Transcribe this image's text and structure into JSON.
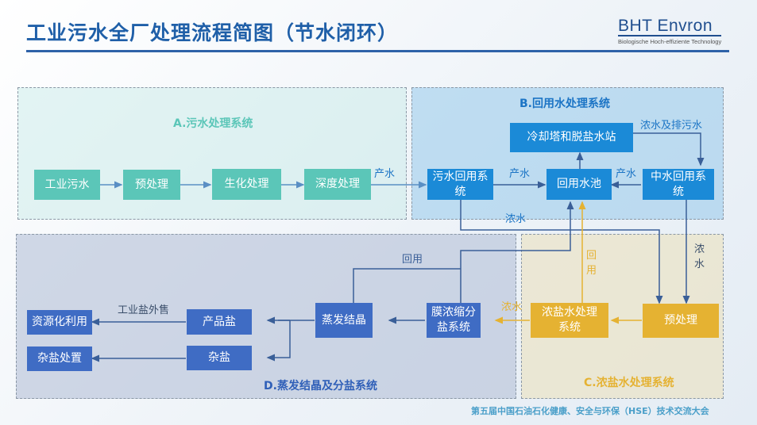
{
  "header": {
    "title": "工业污水全厂处理流程简图（节水闭环）",
    "logo_main": "BHT Envron",
    "logo_sub": "Biologische Hoch-effiziente Technology"
  },
  "colors": {
    "system_a": "#5bc6b8",
    "system_b": "#1b8ad7",
    "system_c": "#e5b232",
    "system_d": "#3f6cc4",
    "title": "#1f5fa8"
  },
  "systems": {
    "a": {
      "label": "A.污水处理系统",
      "nodes": [
        "工业污水",
        "预处理",
        "生化处理",
        "深度处理"
      ]
    },
    "b": {
      "label": "B.回用水处理系统",
      "nodes": {
        "cooling": "冷却塔和脱盐水站",
        "sewage_reuse": "污水回用系统",
        "pool": "回用水池",
        "middle_reuse": "中水回用系统"
      }
    },
    "c": {
      "label": "C.浓盐水处理系统",
      "nodes": {
        "brine": "浓盐水处理系统",
        "pretreat": "预处理"
      }
    },
    "d": {
      "label": "D.蒸发结晶及分盐系统",
      "nodes": {
        "membrane": "膜浓缩分盐系统",
        "evap": "蒸发结晶",
        "product_salt": "产品盐",
        "mixed_salt": "杂盐",
        "resource": "资源化利用",
        "disposal": "杂盐处置"
      }
    }
  },
  "flow_labels": {
    "a_out": "产水",
    "b_sewage_out": "产水",
    "b_middle_out": "产水",
    "cooling_out": "浓水及排污水",
    "b_conc": "浓水",
    "middle_conc": "浓水",
    "d_reuse": "回用",
    "c_reuse": "回用",
    "c_conc": "浓水",
    "salt_sale": "工业盐外售"
  },
  "footer": "第五届中国石油石化健康、安全与环保（HSE）技术交流大会"
}
